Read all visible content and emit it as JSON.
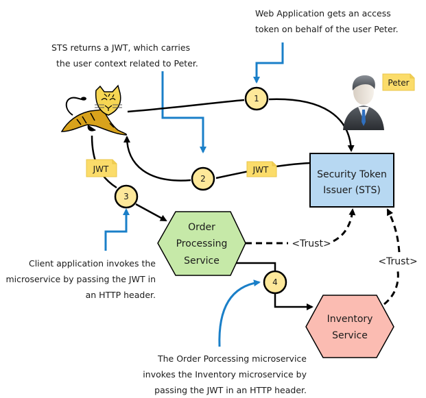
{
  "colors": {
    "flow_line": "#000000",
    "annotation_arrow": "#1a7fc8",
    "step_circle": "#fde89a",
    "tag_fill": "#fbdc6a",
    "tag_stroke": "#e8c648",
    "sts_fill": "#b7d8f2",
    "order_fill": "#c6e9a8",
    "inventory_fill": "#fbbcb2"
  },
  "annotations": {
    "web_app": [
      "Web Application gets an access",
      "token on behalf of the user Peter."
    ],
    "sts_returns": [
      "STS returns  a  JWT, which carries",
      "the user context related to Peter."
    ],
    "client_invokes": [
      "Client application invokes the",
      "microservice by passing the JWT in",
      "an HTTP header."
    ],
    "order_invokes": [
      "The Order Porcessing microservice",
      "invokes the Inventory microservice by",
      "passing the JWT in an HTTP header."
    ]
  },
  "nodes": {
    "client_app": {
      "icon": "tomcat-cat-icon"
    },
    "user": {
      "icon": "user-person-icon",
      "tag": "Peter"
    },
    "sts": {
      "lines": [
        "Security Token",
        "Issuer (STS)"
      ]
    },
    "order_service": {
      "lines": [
        "Order",
        "Processing",
        "Service"
      ]
    },
    "inventory_service": {
      "lines": [
        "Inventory",
        "Service"
      ]
    }
  },
  "steps": [
    "1",
    "2",
    "3",
    "4"
  ],
  "tags": {
    "jwt_return": "JWT",
    "jwt_client": "JWT"
  },
  "trust_labels": {
    "order_sts": "<Trust>",
    "inventory_sts": "<Trust>"
  }
}
